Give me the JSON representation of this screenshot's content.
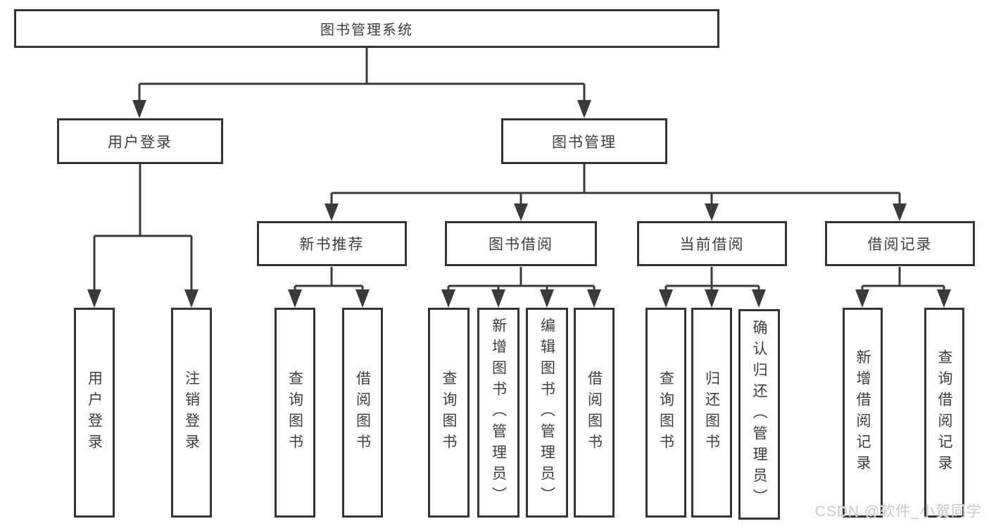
{
  "diagram": {
    "title": "图书管理系统",
    "tree": {
      "root": {
        "label": "图书管理系统"
      },
      "branches": [
        {
          "label": "用户登录",
          "children": [
            {
              "label": "用户登录"
            },
            {
              "label": "注销登录"
            }
          ]
        },
        {
          "label": "图书管理",
          "children": [
            {
              "label": "新书推荐",
              "children": [
                {
                  "label": "查询图书"
                },
                {
                  "label": "借阅图书"
                }
              ]
            },
            {
              "label": "图书借阅",
              "children": [
                {
                  "label": "查询图书"
                },
                {
                  "label": "新增图书（管理员）"
                },
                {
                  "label": "编辑图书（管理员）"
                },
                {
                  "label": "借阅图书"
                }
              ]
            },
            {
              "label": "当前借阅",
              "children": [
                {
                  "label": "查询图书"
                },
                {
                  "label": "归还图书"
                },
                {
                  "label": "确认归还（管理员）"
                }
              ]
            },
            {
              "label": "借阅记录",
              "children": [
                {
                  "label": "新增借阅记录"
                },
                {
                  "label": "查询借阅记录"
                }
              ]
            }
          ]
        }
      ]
    },
    "colors": {
      "line": "#3a3a3a",
      "box_border": "#343434",
      "box_fill": "#ffffff",
      "text": "#3d3d3d",
      "background": "#ffffff",
      "watermark": "#c8c8c8"
    }
  },
  "watermark": {
    "text": "CSDN @软件_小贺同学"
  }
}
